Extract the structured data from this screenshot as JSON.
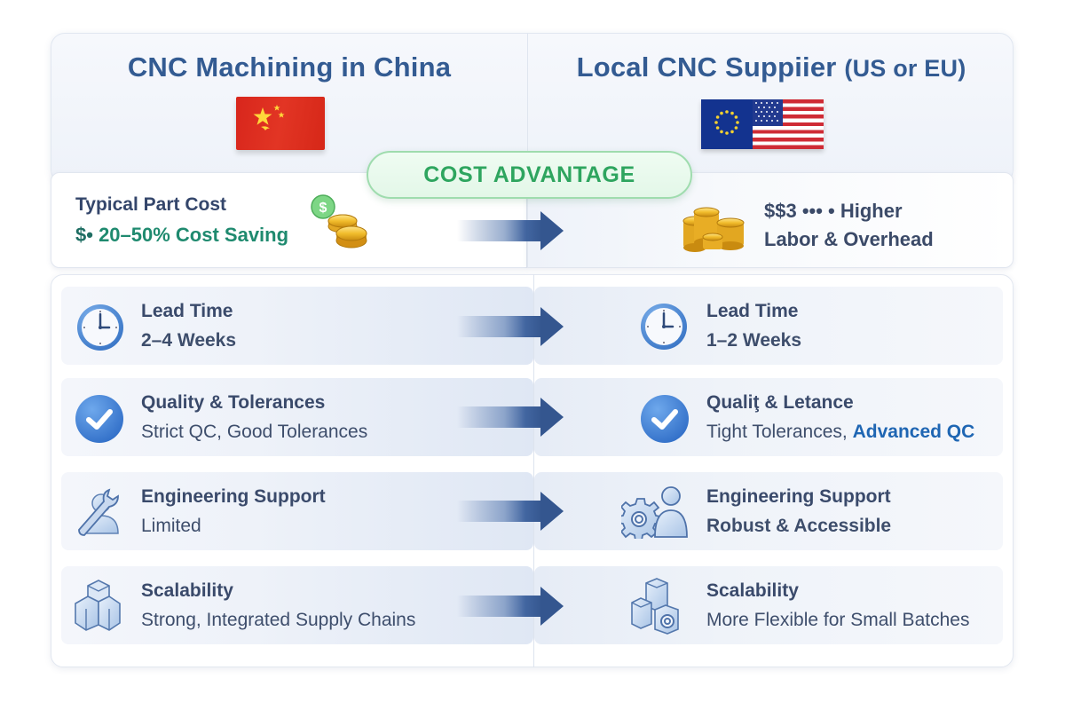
{
  "header": {
    "left": {
      "title": "CNC Machining in China",
      "flag": "china-flag"
    },
    "right": {
      "title": "Local CNC Suppiier",
      "title_suffix": "(US or EU)",
      "flag": "eu-us-flag"
    }
  },
  "badge": {
    "label": "COST ADVANTAGE",
    "color": "#2ea55f"
  },
  "cost": {
    "left": {
      "label": "Typical Part Cost",
      "prefix": "$•",
      "value": "20–50% Cost Saving",
      "icon": "coins-dollar-icon"
    },
    "right": {
      "line1": "$$3 ••• • Higher",
      "line2": "Labor & Overhead",
      "icon": "coin-stack-icon"
    }
  },
  "rows": [
    {
      "left": {
        "icon": "clock-icon",
        "title": "Lead Time",
        "value": "2–4 Weeks"
      },
      "right": {
        "icon": "clock-icon",
        "title": "Lead Time",
        "value": "1–2 Weeks"
      }
    },
    {
      "left": {
        "icon": "checkmark-icon",
        "title": "Quality & Tolerances",
        "value": "Strict QC, Good Tolerances"
      },
      "right": {
        "icon": "checkmark-icon",
        "title": "Qualiţ & Letance",
        "value": "Tight Tolerances,",
        "value_accent": "Advanced QC"
      }
    },
    {
      "left": {
        "icon": "wrench-person-icon",
        "title": "Engineering Support",
        "value": "Limited"
      },
      "right": {
        "icon": "gear-person-icon",
        "title": "Engineering Support",
        "value": "Robust & Accessible"
      }
    },
    {
      "left": {
        "icon": "boxes-icon",
        "title": "Scalability",
        "value": "Strong, Integrated Supply Chains"
      },
      "right": {
        "icon": "boxes-gear-icon",
        "title": "Scalability",
        "value": "More Flexible for Small Batches"
      }
    }
  ],
  "colors": {
    "title_blue": "#335b92",
    "text_dark": "#3a4a6b",
    "saving_green": "#1f8a6f",
    "arrow_blue": "#3a5f9c",
    "accent_blue": "#1f66b3"
  }
}
